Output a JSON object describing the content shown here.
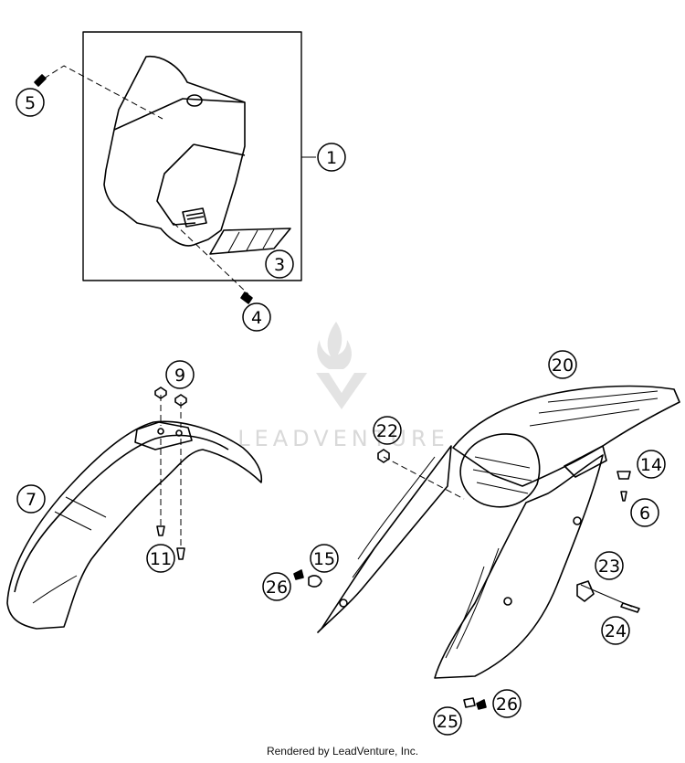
{
  "watermark": {
    "brand": "LEADVENTURE"
  },
  "footer": {
    "credit": "Rendered by LeadVenture, Inc."
  },
  "callouts": [
    {
      "key": "c1",
      "label": "1"
    },
    {
      "key": "c3",
      "label": "3"
    },
    {
      "key": "c4",
      "label": "4"
    },
    {
      "key": "c5",
      "label": "5"
    },
    {
      "key": "c6",
      "label": "6"
    },
    {
      "key": "c7",
      "label": "7"
    },
    {
      "key": "c9",
      "label": "9"
    },
    {
      "key": "c11",
      "label": "11"
    },
    {
      "key": "c14",
      "label": "14"
    },
    {
      "key": "c15",
      "label": "15"
    },
    {
      "key": "c20",
      "label": "20"
    },
    {
      "key": "c22",
      "label": "22"
    },
    {
      "key": "c23",
      "label": "23"
    },
    {
      "key": "c24",
      "label": "24"
    },
    {
      "key": "c25",
      "label": "25"
    },
    {
      "key": "c26a",
      "label": "26"
    },
    {
      "key": "c26b",
      "label": "26"
    }
  ]
}
